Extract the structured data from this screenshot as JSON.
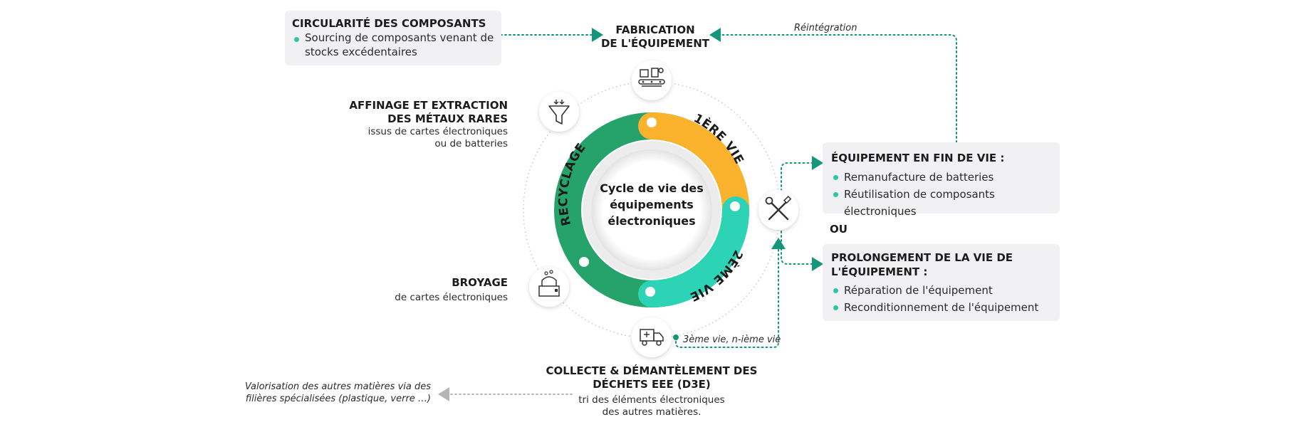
{
  "center_title": [
    "Cycle de vie des",
    "équipements",
    "électroniques"
  ],
  "ring": {
    "first_life": "1ÈRE VIE",
    "second_life": "2ÈME VIE",
    "recycling": "RECYCLAGE"
  },
  "colors": {
    "recycling_green": "#25a36b",
    "first_life_yellow": "#fbb22d",
    "second_life_teal": "#2cd4b5",
    "connector_green": "#15967a",
    "card_bg": "#f1f1f3"
  },
  "components_card": {
    "title": "CIRCULARITÉ DES COMPOSANTS",
    "bullets": [
      "Sourcing de composants venant de",
      "stocks excédentaires"
    ]
  },
  "fabrication": {
    "title_lines": [
      "FABRICATION",
      "DE L'ÉQUIPEMENT"
    ],
    "icon": "factory-conveyor-icon"
  },
  "reintegration_label": "Réintégration",
  "refining": {
    "title_lines": [
      "AFFINAGE ET EXTRACTION",
      "DES MÉTAUX RARES"
    ],
    "sub_lines": [
      "issus de cartes électroniques",
      "ou de batteries"
    ],
    "icon": "funnel-icon"
  },
  "crushing": {
    "title": "BROYAGE",
    "sub": "de cartes électroniques",
    "icon": "crusher-machine-icon"
  },
  "collection": {
    "title_lines": [
      "COLLECTE & DÉMANTÈLEMENT DES",
      "DÉCHETS EEE (D3E)"
    ],
    "sub_lines": [
      "tri des éléments électroniques",
      "des autres matières."
    ],
    "icon": "delivery-truck-icon"
  },
  "repair_icon": "tools-icon",
  "third_life_label": "3ème vie, n-ième vie",
  "valorisation": [
    "Valorisation des autres matières via des",
    "filières spécialisées (plastique, verre …)"
  ],
  "end_of_life_card": {
    "title": "ÉQUIPEMENT EN FIN DE VIE :",
    "bullets": [
      "Remanufacture de batteries",
      "Réutilisation de composants électroniques"
    ]
  },
  "or_label": "OU",
  "extend_card": {
    "title_lines": [
      "PROLONGEMENT DE LA VIE DE",
      "L'ÉQUIPEMENT :"
    ],
    "bullets": [
      "Réparation de l'équipement",
      "Reconditionnement de l'équipement"
    ]
  }
}
